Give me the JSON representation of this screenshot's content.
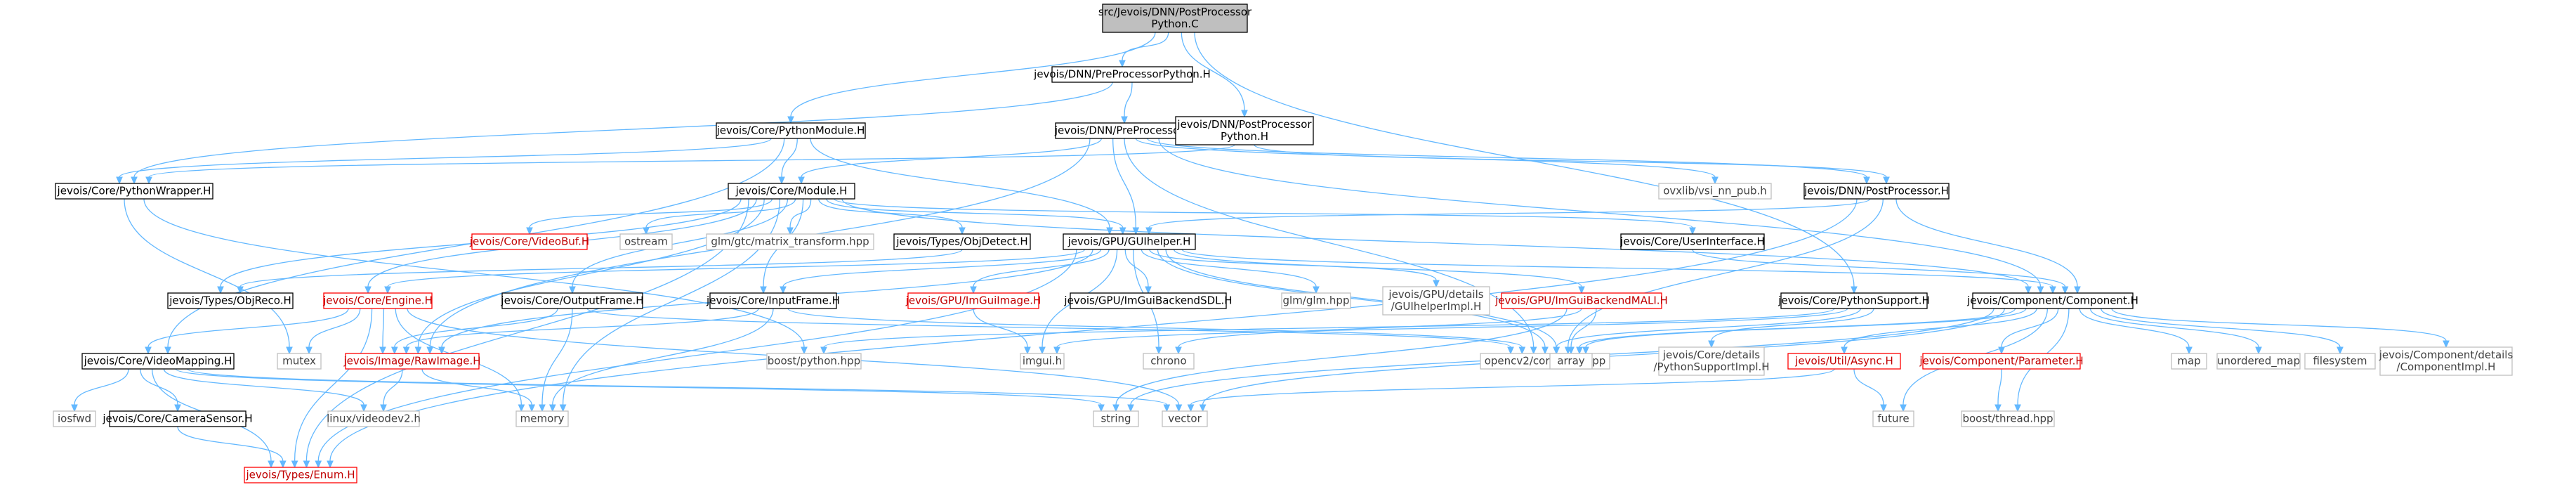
{
  "graph": {
    "colors": {
      "edge": "#63b8ff",
      "node_border_normal": "#000000",
      "node_border_missing": "#c0c0c0",
      "node_border_broken": "#ff0000",
      "root_fill": "#bfbfbf",
      "text_normal": "#000000",
      "text_missing": "#404040",
      "text_broken": "#c00000"
    },
    "nodes": [
      {
        "id": "n0",
        "kind": "root",
        "lines": [
          "src/Jevois/DNN/PostProcessor",
          "Python.C"
        ]
      },
      {
        "id": "n1",
        "kind": "normal",
        "lines": [
          "jevois/DNN/PreProcessorPython.H"
        ]
      },
      {
        "id": "n2",
        "kind": "normal",
        "lines": [
          "jevois/Core/PythonModule.H"
        ]
      },
      {
        "id": "n3",
        "kind": "normal",
        "lines": [
          "jevois/DNN/PreProcessor.H"
        ]
      },
      {
        "id": "n4",
        "kind": "normal",
        "lines": [
          "jevois/DNN/PostProcessor",
          "Python.H"
        ]
      },
      {
        "id": "n5",
        "kind": "normal",
        "lines": [
          "jevois/Core/PythonWrapper.H"
        ]
      },
      {
        "id": "n6",
        "kind": "normal",
        "lines": [
          "jevois/Core/Module.H"
        ]
      },
      {
        "id": "n7",
        "kind": "missing",
        "lines": [
          "ovxlib/vsi_nn_pub.h"
        ]
      },
      {
        "id": "n8",
        "kind": "normal",
        "lines": [
          "jevois/DNN/PostProcessor.H"
        ]
      },
      {
        "id": "n9",
        "kind": "broken",
        "lines": [
          "jevois/Core/VideoBuf.H"
        ]
      },
      {
        "id": "n10",
        "kind": "missing",
        "lines": [
          "ostream"
        ]
      },
      {
        "id": "n11",
        "kind": "missing",
        "lines": [
          "glm/gtc/matrix_transform.hpp"
        ]
      },
      {
        "id": "n12",
        "kind": "normal",
        "lines": [
          "jevois/Types/ObjDetect.H"
        ]
      },
      {
        "id": "n13",
        "kind": "normal",
        "lines": [
          "jevois/GPU/GUIhelper.H"
        ]
      },
      {
        "id": "n14",
        "kind": "normal",
        "lines": [
          "jevois/Core/UserInterface.H"
        ]
      },
      {
        "id": "n15",
        "kind": "normal",
        "lines": [
          "jevois/Types/ObjReco.H"
        ]
      },
      {
        "id": "n16",
        "kind": "broken",
        "lines": [
          "jevois/Core/Engine.H"
        ]
      },
      {
        "id": "n17",
        "kind": "normal",
        "lines": [
          "jevois/Core/OutputFrame.H"
        ]
      },
      {
        "id": "n18",
        "kind": "normal",
        "lines": [
          "jevois/Core/InputFrame.H"
        ]
      },
      {
        "id": "n19",
        "kind": "broken",
        "lines": [
          "jevois/GPU/ImGuiImage.H"
        ]
      },
      {
        "id": "n20",
        "kind": "normal",
        "lines": [
          "jevois/GPU/ImGuiBackendSDL.H"
        ]
      },
      {
        "id": "n21",
        "kind": "missing",
        "lines": [
          "glm/glm.hpp"
        ]
      },
      {
        "id": "n22",
        "kind": "missing",
        "lines": [
          "jevois/GPU/details",
          "/GUIhelperImpl.H"
        ]
      },
      {
        "id": "n23",
        "kind": "broken",
        "lines": [
          "jevois/GPU/ImGuiBackendMALI.H"
        ]
      },
      {
        "id": "n24",
        "kind": "normal",
        "lines": [
          "jevois/Core/PythonSupport.H"
        ]
      },
      {
        "id": "n25",
        "kind": "normal",
        "lines": [
          "jevois/Component/Component.H"
        ]
      },
      {
        "id": "n26",
        "kind": "normal",
        "lines": [
          "jevois/Core/VideoMapping.H"
        ]
      },
      {
        "id": "n27",
        "kind": "missing",
        "lines": [
          "mutex"
        ]
      },
      {
        "id": "n28",
        "kind": "broken",
        "lines": [
          "jevois/Image/RawImage.H"
        ]
      },
      {
        "id": "n29",
        "kind": "missing",
        "lines": [
          "boost/python.hpp"
        ]
      },
      {
        "id": "n30",
        "kind": "missing",
        "lines": [
          "imgui.h"
        ]
      },
      {
        "id": "n31",
        "kind": "missing",
        "lines": [
          "chrono"
        ]
      },
      {
        "id": "n32",
        "kind": "missing",
        "lines": [
          "opencv2/core/core.hpp"
        ]
      },
      {
        "id": "n33",
        "kind": "missing",
        "lines": [
          "array"
        ]
      },
      {
        "id": "n34",
        "kind": "missing",
        "lines": [
          "jevois/Core/details",
          "/PythonSupportImpl.H"
        ]
      },
      {
        "id": "n35",
        "kind": "broken",
        "lines": [
          "jevois/Util/Async.H"
        ]
      },
      {
        "id": "n36",
        "kind": "broken",
        "lines": [
          "jevois/Component/Parameter.H"
        ]
      },
      {
        "id": "n37",
        "kind": "missing",
        "lines": [
          "map"
        ]
      },
      {
        "id": "n38",
        "kind": "missing",
        "lines": [
          "unordered_map"
        ]
      },
      {
        "id": "n39",
        "kind": "missing",
        "lines": [
          "filesystem"
        ]
      },
      {
        "id": "n40",
        "kind": "missing",
        "lines": [
          "jevois/Component/details",
          "/ComponentImpl.H"
        ]
      },
      {
        "id": "n41",
        "kind": "missing",
        "lines": [
          "iosfwd"
        ]
      },
      {
        "id": "n42",
        "kind": "normal",
        "lines": [
          "jevois/Core/CameraSensor.H"
        ]
      },
      {
        "id": "n43",
        "kind": "missing",
        "lines": [
          "linux/videodev2.h"
        ]
      },
      {
        "id": "n44",
        "kind": "missing",
        "lines": [
          "memory"
        ]
      },
      {
        "id": "n45",
        "kind": "missing",
        "lines": [
          "string"
        ]
      },
      {
        "id": "n46",
        "kind": "missing",
        "lines": [
          "vector"
        ]
      },
      {
        "id": "n47",
        "kind": "missing",
        "lines": [
          "future"
        ]
      },
      {
        "id": "n48",
        "kind": "missing",
        "lines": [
          "boost/thread.hpp"
        ]
      },
      {
        "id": "n49",
        "kind": "broken",
        "lines": [
          "jevois/Types/Enum.H"
        ]
      }
    ],
    "edges": [
      [
        "n0",
        "n1"
      ],
      [
        "n0",
        "n2"
      ],
      [
        "n0",
        "n4"
      ],
      [
        "n0",
        "n24"
      ],
      [
        "n1",
        "n3"
      ],
      [
        "n1",
        "n5"
      ],
      [
        "n2",
        "n5"
      ],
      [
        "n2",
        "n6"
      ],
      [
        "n2",
        "n13"
      ],
      [
        "n2",
        "n26"
      ],
      [
        "n3",
        "n6"
      ],
      [
        "n3",
        "n13"
      ],
      [
        "n3",
        "n7"
      ],
      [
        "n3",
        "n25"
      ],
      [
        "n3",
        "n32"
      ],
      [
        "n3",
        "n28"
      ],
      [
        "n3",
        "n8"
      ],
      [
        "n4",
        "n8"
      ],
      [
        "n4",
        "n5"
      ],
      [
        "n5",
        "n29"
      ],
      [
        "n5",
        "n27"
      ],
      [
        "n6",
        "n9"
      ],
      [
        "n6",
        "n10"
      ],
      [
        "n6",
        "n11"
      ],
      [
        "n6",
        "n12"
      ],
      [
        "n6",
        "n13"
      ],
      [
        "n6",
        "n14"
      ],
      [
        "n6",
        "n15"
      ],
      [
        "n6",
        "n16"
      ],
      [
        "n6",
        "n17"
      ],
      [
        "n6",
        "n18"
      ],
      [
        "n6",
        "n25"
      ],
      [
        "n6",
        "n28"
      ],
      [
        "n6",
        "n44"
      ],
      [
        "n6",
        "n49"
      ],
      [
        "n8",
        "n13"
      ],
      [
        "n8",
        "n25"
      ],
      [
        "n8",
        "n32"
      ],
      [
        "n8",
        "n49"
      ],
      [
        "n12",
        "n15"
      ],
      [
        "n13",
        "n18"
      ],
      [
        "n13",
        "n19"
      ],
      [
        "n13",
        "n20"
      ],
      [
        "n13",
        "n21"
      ],
      [
        "n13",
        "n22"
      ],
      [
        "n13",
        "n23"
      ],
      [
        "n13",
        "n25"
      ],
      [
        "n13",
        "n28"
      ],
      [
        "n13",
        "n30"
      ],
      [
        "n13",
        "n31"
      ],
      [
        "n13",
        "n32"
      ],
      [
        "n13",
        "n33"
      ],
      [
        "n13",
        "n49"
      ],
      [
        "n13",
        "n16"
      ],
      [
        "n14",
        "n25"
      ],
      [
        "n16",
        "n26"
      ],
      [
        "n16",
        "n28"
      ],
      [
        "n16",
        "n27"
      ],
      [
        "n16",
        "n44"
      ],
      [
        "n16",
        "n46"
      ],
      [
        "n16",
        "n49"
      ],
      [
        "n17",
        "n28"
      ],
      [
        "n17",
        "n32"
      ],
      [
        "n17",
        "n44"
      ],
      [
        "n18",
        "n28"
      ],
      [
        "n18",
        "n32"
      ],
      [
        "n18",
        "n44"
      ],
      [
        "n19",
        "n30"
      ],
      [
        "n23",
        "n31"
      ],
      [
        "n23",
        "n33"
      ],
      [
        "n23",
        "n45"
      ],
      [
        "n24",
        "n29"
      ],
      [
        "n24",
        "n34"
      ],
      [
        "n24",
        "n30"
      ],
      [
        "n24",
        "n32"
      ],
      [
        "n25",
        "n32"
      ],
      [
        "n25",
        "n33"
      ],
      [
        "n25",
        "n35"
      ],
      [
        "n25",
        "n36"
      ],
      [
        "n25",
        "n37"
      ],
      [
        "n25",
        "n38"
      ],
      [
        "n25",
        "n39"
      ],
      [
        "n25",
        "n40"
      ],
      [
        "n25",
        "n47"
      ],
      [
        "n25",
        "n48"
      ],
      [
        "n25",
        "n46"
      ],
      [
        "n25",
        "n45"
      ],
      [
        "n26",
        "n41"
      ],
      [
        "n26",
        "n42"
      ],
      [
        "n26",
        "n43"
      ],
      [
        "n26",
        "n45"
      ],
      [
        "n26",
        "n46"
      ],
      [
        "n26",
        "n49"
      ],
      [
        "n28",
        "n43"
      ],
      [
        "n28",
        "n44"
      ],
      [
        "n35",
        "n47"
      ],
      [
        "n35",
        "n46"
      ],
      [
        "n36",
        "n48"
      ],
      [
        "n42",
        "n49"
      ]
    ]
  }
}
